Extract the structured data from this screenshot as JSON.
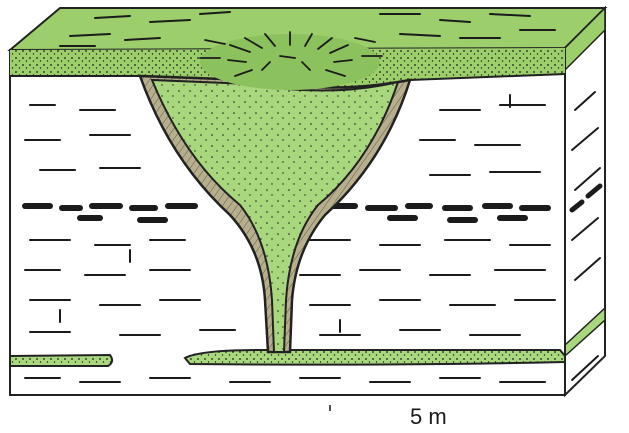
{
  "diagram": {
    "scale_label": "5 m",
    "colors": {
      "soil": "#9ccf6b",
      "soil_dark": "#6ea84a",
      "fill_green": "#a9d77e",
      "fill_light": "#bfe39a",
      "limestone": "#ffffff",
      "clay_rim": "#b6ae8c",
      "ink": "#1b1b1b",
      "edge": "#222222"
    },
    "icons": [
      "doline-block-diagram",
      "scale-bar"
    ]
  }
}
